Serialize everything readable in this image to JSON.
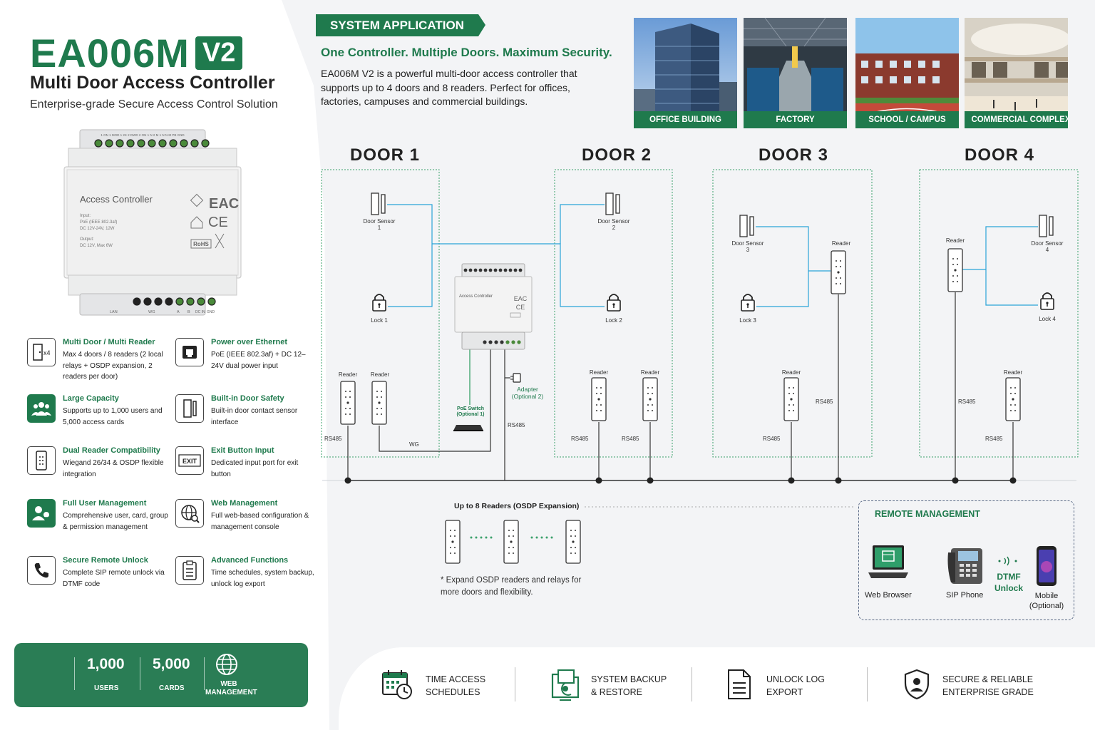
{
  "product": {
    "model": "EA006M",
    "version": "V2",
    "subtitle": "Multi Door Access Controller",
    "tagline": "Enterprise-grade Secure Access Control Solution"
  },
  "device_label": {
    "name": "Access Controller",
    "input_lines": [
      "Input:",
      "PoE (IEEE 802.3af)",
      "DC 12V-24V, 12W"
    ],
    "output_lines": [
      "Output:",
      "DC 12V, Max 6W"
    ],
    "top_terminals": "1 ON  1 MOD  1 2K  2 DWD  2 ON  1 N  2 M  1 N  N M  PB  GND",
    "bottom_ports": [
      "LAN",
      "WG",
      "A",
      "B",
      "DC IN",
      "GND"
    ],
    "certs": [
      "EAC",
      "CE",
      "RoHS"
    ]
  },
  "features": [
    {
      "title": "Multi Door / Multi Reader",
      "desc": "Max 4 doors / 8 readers (2 local relays + OSDP expansion, 2 readers per door)",
      "icon": "door-x4-icon",
      "icon_text": "x4"
    },
    {
      "title": "Power over Ethernet",
      "desc": "PoE (IEEE 802.3af) + DC 12–24V dual power input",
      "icon": "ethernet-port-icon"
    },
    {
      "title": "Large Capacity",
      "desc": "Supports up to 1,000 users and 5,000 access cards",
      "icon": "users-group-icon"
    },
    {
      "title": "Built-in Door Safety",
      "desc": "Built-in door contact sensor interface",
      "icon": "door-sensor-icon"
    },
    {
      "title": "Dual Reader Compatibility",
      "desc": "Wiegand 26/34 & OSDP flexible integration",
      "icon": "card-reader-icon"
    },
    {
      "title": "Exit Button Input",
      "desc": "Dedicated input port for exit button",
      "icon": "exit-button-icon",
      "icon_text": "EXIT"
    },
    {
      "title": "Full User Management",
      "desc": "Comprehensive user, card, group & permission management",
      "icon": "user-management-icon"
    },
    {
      "title": "Web Management",
      "desc": "Full web-based configuration & management console",
      "icon": "web-globe-icon"
    },
    {
      "title": "Secure Remote Unlock",
      "desc": "Complete SIP remote unlock via DTMF code",
      "icon": "phone-icon"
    },
    {
      "title": "Advanced Functions",
      "desc": "Time schedules, system backup, unlock log export",
      "icon": "clipboard-icon"
    }
  ],
  "stats": [
    {
      "value": "1,000",
      "label": "USERS"
    },
    {
      "value": "5,000",
      "label": "CARDS"
    },
    {
      "value": "",
      "label": "WEB MANAGEMENT",
      "icon": "globe-icon"
    }
  ],
  "system": {
    "banner": "SYSTEM APPLICATION",
    "headline": "One Controller. Multiple Doors. Maximum Security.",
    "description": "EA006M V2 is a powerful multi-door access controller that supports up to 4 doors and 8 readers. Perfect for offices, factories, campuses and commercial buildings."
  },
  "applications": [
    "OFFICE BUILDING",
    "FACTORY",
    "SCHOOL / CAMPUS",
    "COMMERCIAL COMPLEX"
  ],
  "doors": {
    "titles": [
      "DOOR 1",
      "DOOR 2",
      "DOOR 3",
      "DOOR 4"
    ],
    "sensors": [
      "Door Sensor 1",
      "Door Sensor 2",
      "Door Sensor 3",
      "Door Sensor 4"
    ],
    "locks": [
      "Lock 1",
      "Lock 2",
      "Lock 3",
      "Lock 4"
    ],
    "reader_label": "Reader",
    "rs485": "RS485",
    "wg": "WG",
    "poe_switch": "PoE Switch (Optional 1)",
    "adapter": "Adapter (Optional 2)"
  },
  "osdp": {
    "title": "Up to 8 Readers (OSDP Expansion)",
    "note": "* Expand OSDP readers and relays for more doors and flexibility."
  },
  "remote": {
    "title": "REMOTE MANAGEMENT",
    "items": [
      "Web Browser",
      "SIP Phone",
      "DTMF Unlock",
      "Mobile (Optional)"
    ]
  },
  "bottom": [
    {
      "text": "TIME ACCESS SCHEDULES",
      "icon": "calendar-clock-icon"
    },
    {
      "text": "SYSTEM BACKUP & RESTORE",
      "icon": "backup-folder-icon"
    },
    {
      "text": "UNLOCK LOG EXPORT",
      "icon": "document-icon"
    },
    {
      "text": "SECURE & RELIABLE ENTERPRISE GRADE",
      "icon": "shield-icon"
    }
  ],
  "colors": {
    "brand_green": "#1f7a4d",
    "line_blue": "#2aa3d8",
    "line_green": "#3aa06a",
    "bus_dark": "#333333"
  }
}
